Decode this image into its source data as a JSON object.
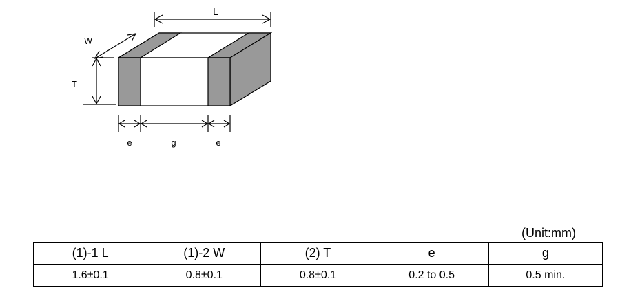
{
  "diagram": {
    "labels": {
      "L": "L",
      "W": "W",
      "T": "T",
      "e_left": "e",
      "g": "g",
      "e_right": "e"
    }
  },
  "table": {
    "unit_note": "(Unit:mm)",
    "headers": [
      "(1)-1 L",
      "(1)-2 W",
      "(2) T",
      "e",
      "g"
    ],
    "rows": [
      [
        "1.6±0.1",
        "0.8±0.1",
        "0.8±0.1",
        "0.2 to 0.5",
        "0.5 min."
      ]
    ]
  }
}
